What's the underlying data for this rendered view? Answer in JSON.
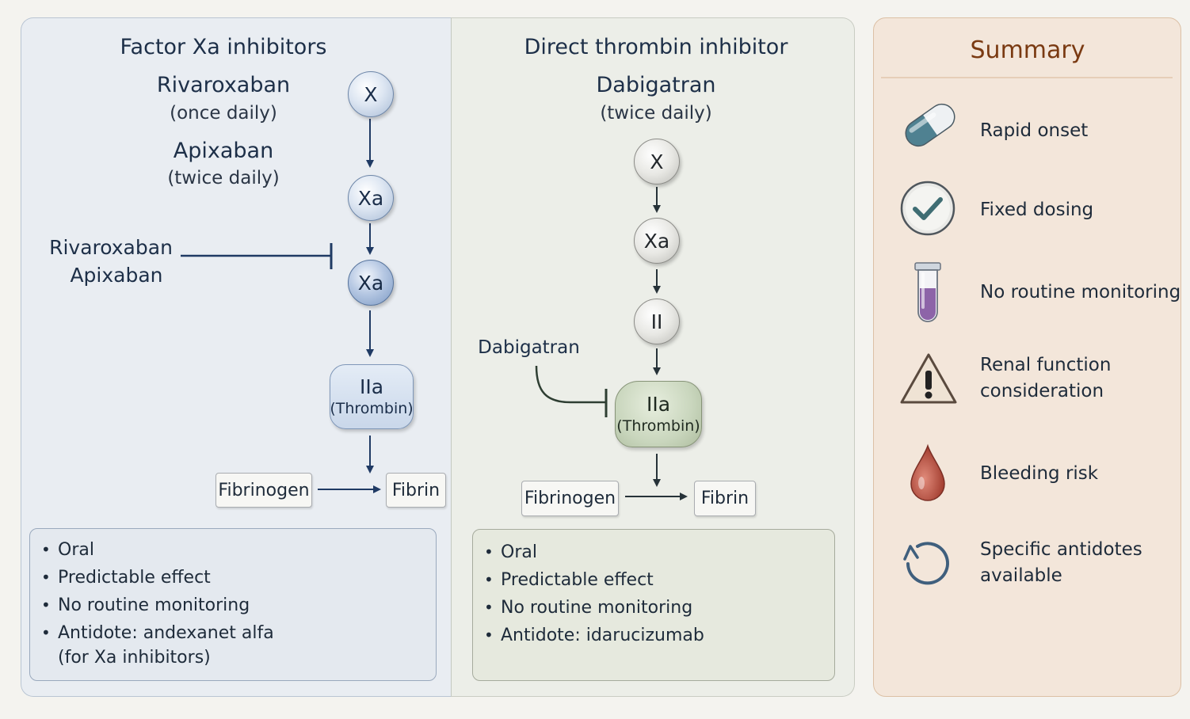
{
  "left": {
    "title": "Factor Xa inhibitors",
    "drug1": "Rivaroxaban",
    "drug1_dose": "(once daily)",
    "drug2": "Apixaban",
    "drug2_dose": "(twice daily)",
    "inhibitor_label_1": "Rivaroxaban",
    "inhibitor_label_2": "Apixaban",
    "node_x": "X",
    "node_xa1": "Xa",
    "node_xa2": "Xa",
    "thrombin_main": "IIa",
    "thrombin_sub": "(Thrombin)",
    "fibrinogen": "Fibrinogen",
    "fibrin": "Fibrin",
    "bullets": [
      "Oral",
      "Predictable effect",
      "No routine monitoring",
      "Antidote: andexanet alfa"
    ],
    "bullet_continuation": "(for Xa inhibitors)"
  },
  "middle": {
    "title": "Direct thrombin inhibitor",
    "drug": "Dabigatran",
    "drug_dose": "(twice daily)",
    "inhibitor_label": "Dabigatran",
    "node_x": "X",
    "node_xa": "Xa",
    "node_ii": "II",
    "thrombin_main": "IIa",
    "thrombin_sub": "(Thrombin)",
    "fibrinogen": "Fibrinogen",
    "fibrin": "Fibrin",
    "bullets": [
      "Oral",
      "Predictable effect",
      "No routine monitoring",
      "Antidote: idarucizumab"
    ]
  },
  "summary": {
    "title": "Summary",
    "items": [
      {
        "label": "Rapid onset",
        "icon": "capsule-icon"
      },
      {
        "label": "Fixed dosing",
        "icon": "checkmark-icon"
      },
      {
        "label": "No routine monitoring",
        "icon": "test-tube-icon"
      },
      {
        "label_line1": "Renal function",
        "label_line2": "consideration",
        "icon": "warning-icon"
      },
      {
        "label": "Bleeding risk",
        "icon": "blood-drop-icon"
      },
      {
        "label_line1": "Specific antidotes",
        "label_line2": "available",
        "icon": "reverse-arrow-icon"
      }
    ]
  },
  "colors": {
    "left_panel_bg": "#e9edf2",
    "middle_panel_bg": "#eceee8",
    "summary_panel_bg": "#f3e6da",
    "summary_title": "#7a3a12",
    "arrow_blue": "#1f3a64",
    "arrow_green": "#2e3e32",
    "thrombin_green": "#c9d6bd"
  }
}
